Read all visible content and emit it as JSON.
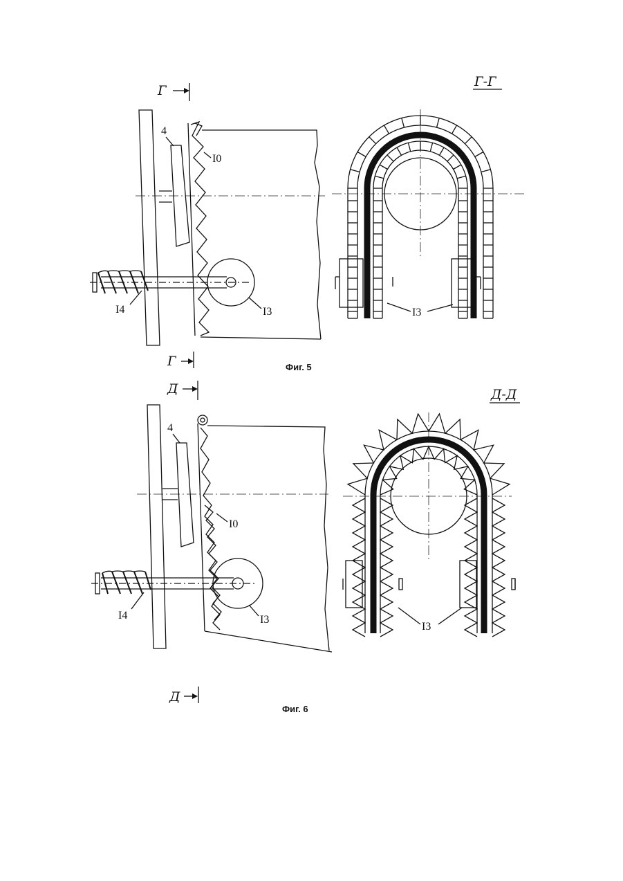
{
  "figure5": {
    "section_mark": "Г",
    "view_title": "Г-Г",
    "caption": "Фиг. 5",
    "labels": {
      "part4": "4",
      "part10": "I0",
      "part13": "I3",
      "part14": "I4",
      "part13_view": "I3"
    }
  },
  "figure6": {
    "section_mark": "Д",
    "view_title": "Д-Д",
    "caption": "Фиг. 6",
    "labels": {
      "part4": "4",
      "part10": "I0",
      "part13": "I3",
      "part14": "I4",
      "part13_view": "I3"
    }
  }
}
